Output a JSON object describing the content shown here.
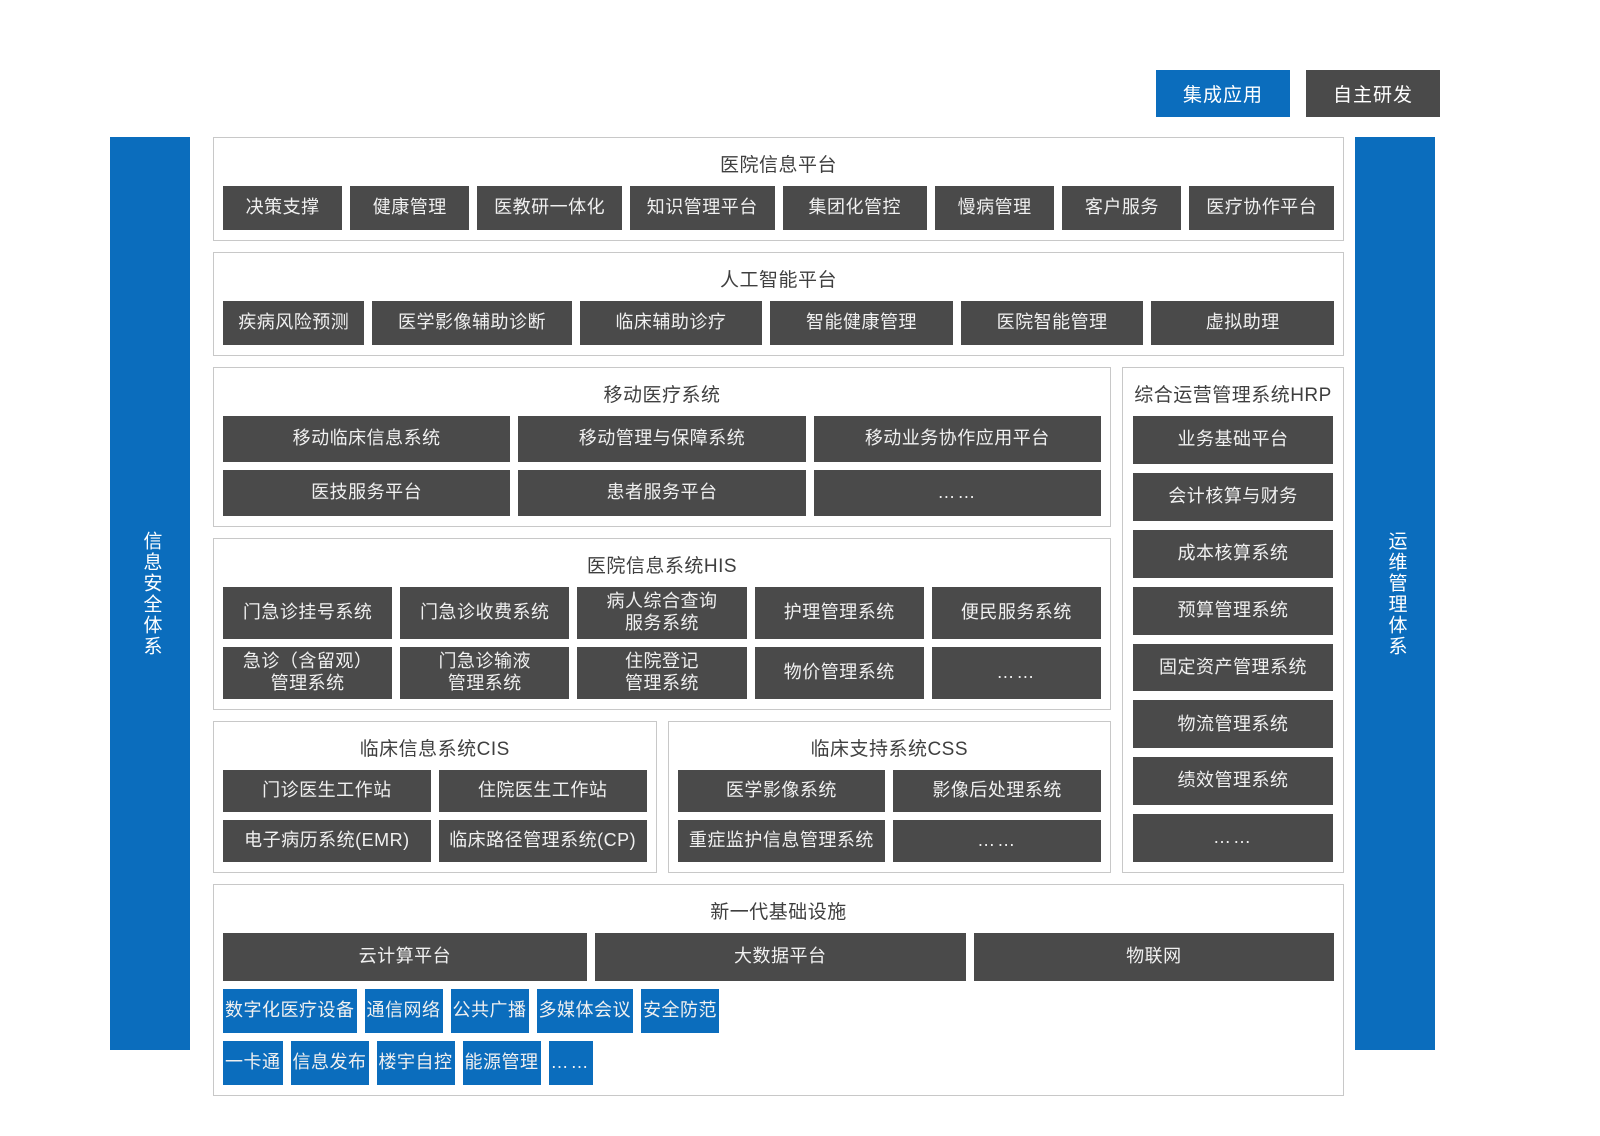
{
  "legend": [
    {
      "label": "集成应用",
      "color": "#0b6dbd",
      "name": "integrated-application"
    },
    {
      "label": "自主研发",
      "color": "#4a4a4a",
      "name": "self-developed"
    }
  ],
  "sidebars": {
    "left": {
      "label": "信息安全体系",
      "color": "#0b6dbd"
    },
    "right": {
      "label": "运维管理体系",
      "color": "#0b6dbd"
    }
  },
  "colors": {
    "dark": "#4a4a4a",
    "blue": "#0b6dbd",
    "panel_border": "#c8c8c8",
    "title": "#3f3f3f"
  },
  "panels": {
    "hospital_platform": {
      "title": "医院信息平台",
      "items": [
        "决策支撑",
        "健康管理",
        "医教研一体化",
        "知识管理平台",
        "集团化管控",
        "慢病管理",
        "客户服务",
        "医疗协作平台"
      ]
    },
    "ai_platform": {
      "title": "人工智能平台",
      "items": [
        "疾病风险预测",
        "医学影像辅助诊断",
        "临床辅助诊疗",
        "智能健康管理",
        "医院智能管理",
        "虚拟助理"
      ]
    },
    "mobile_medical": {
      "title": "移动医疗系统",
      "row1": [
        "移动临床信息系统",
        "移动管理与保障系统",
        "移动业务协作应用平台"
      ],
      "row2": [
        "医技服务平台",
        "患者服务平台",
        "……"
      ]
    },
    "his": {
      "title": "医院信息系统HIS",
      "row1": [
        "门急诊挂号系统",
        "门急诊收费系统",
        "病人综合查询\n服务系统",
        "护理管理系统",
        "便民服务系统"
      ],
      "row2": [
        "急诊（含留观）\n管理系统",
        "门急诊输液\n管理系统",
        "住院登记\n管理系统",
        "物价管理系统",
        "……"
      ]
    },
    "cis": {
      "title": "临床信息系统CIS",
      "row1": [
        "门诊医生工作站",
        "住院医生工作站"
      ],
      "row2": [
        "电子病历系统(EMR)",
        "临床路径管理系统(CP)"
      ]
    },
    "css": {
      "title": "临床支持系统CSS",
      "row1": [
        "医学影像系统",
        "影像后处理系统"
      ],
      "row2": [
        "重症监护信息管理系统",
        "……"
      ]
    },
    "hrp": {
      "title": "综合运营管理系统HRP",
      "items": [
        "业务基础平台",
        "会计核算与财务",
        "成本核算系统",
        "预算管理系统",
        "固定资产管理系统",
        "物流管理系统",
        "绩效管理系统",
        "……"
      ]
    },
    "infrastructure": {
      "title": "新一代基础设施",
      "row_dark": [
        "云计算平台",
        "大数据平台",
        "物联网"
      ],
      "row_blue1": [
        "数字化医疗设备",
        "通信网络",
        "公共广播",
        "多媒体会议",
        "安全防范"
      ],
      "row_blue2": [
        "一卡通",
        "信息发布",
        "楼宇自控",
        "能源管理",
        "……"
      ]
    }
  }
}
